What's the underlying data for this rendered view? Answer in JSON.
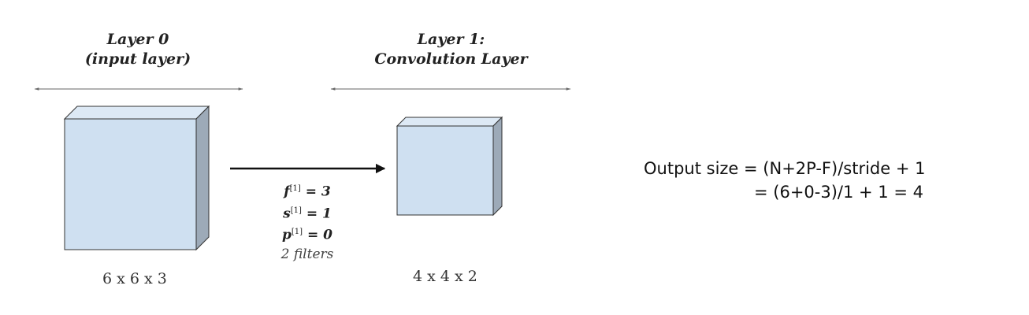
{
  "layer0": {
    "title_line1": "Layer 0",
    "title_line2": "(input layer)",
    "dims": "6 x 6 x 3"
  },
  "layer1": {
    "title_line1": "Layer 1:",
    "title_line2": "Convolution Layer",
    "dims": "4 x 4 x 2"
  },
  "params": {
    "f_sym": "f",
    "s_sym": "s",
    "p_sym": "p",
    "superscript": "[1]",
    "f_val": " = 3",
    "s_val": " = 1",
    "p_val": " = 0",
    "filters": "2 filters"
  },
  "formula": {
    "line1": "Output size = (N+2P-F)/stride + 1",
    "line2": "= (6+0-3)/1 + 1 = 4"
  },
  "colors": {
    "box_front": "#cfe0f1",
    "box_top": "#dde9f5",
    "box_side": "#9daab8",
    "edge": "#333333"
  }
}
